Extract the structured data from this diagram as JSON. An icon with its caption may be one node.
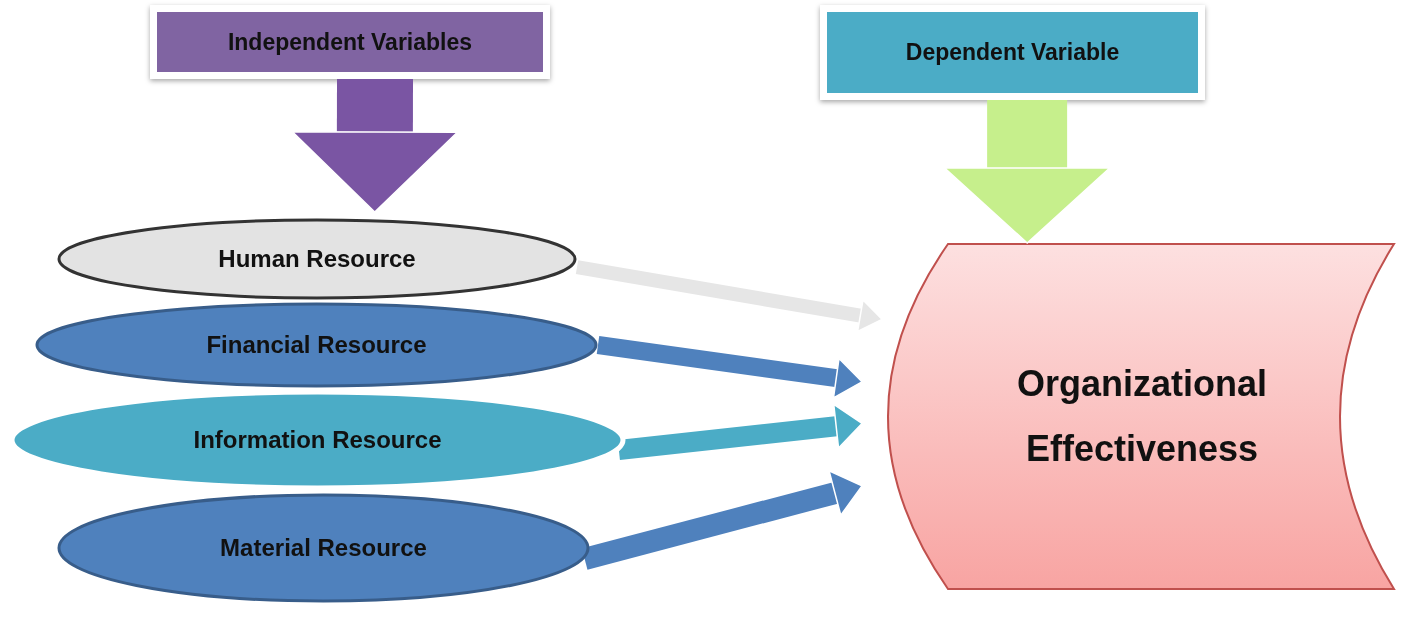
{
  "diagram": {
    "nodes": [
      {
        "text": [
          "Independent Variables"
        ]
      },
      {
        "text": [
          "Dependent Variable"
        ]
      },
      {
        "text": [
          "Human Resource"
        ]
      },
      {
        "text": [
          "Financial Resource"
        ]
      },
      {
        "text": [
          "Information Resource"
        ]
      },
      {
        "text": [
          "Material Resource"
        ]
      },
      {
        "text": [
          "Organizational Effectiveness"
        ]
      }
    ],
    "edges": [
      {
        "from": 0,
        "to": 2,
        "arrow": "to",
        "style": "thick",
        "color": "#7a55a3"
      },
      {
        "from": 1,
        "to": 6,
        "arrow": "to",
        "style": "thick",
        "color": "#c6ef8c"
      },
      {
        "from": 2,
        "to": 6,
        "arrow": "to",
        "color": "#e6e6e6"
      },
      {
        "from": 3,
        "to": 6,
        "arrow": "to"
      },
      {
        "from": 4,
        "to": 6,
        "arrow": "to",
        "color": "#4bacc6"
      },
      {
        "from": 5,
        "to": 6,
        "arrow": "to"
      }
    ]
  }
}
